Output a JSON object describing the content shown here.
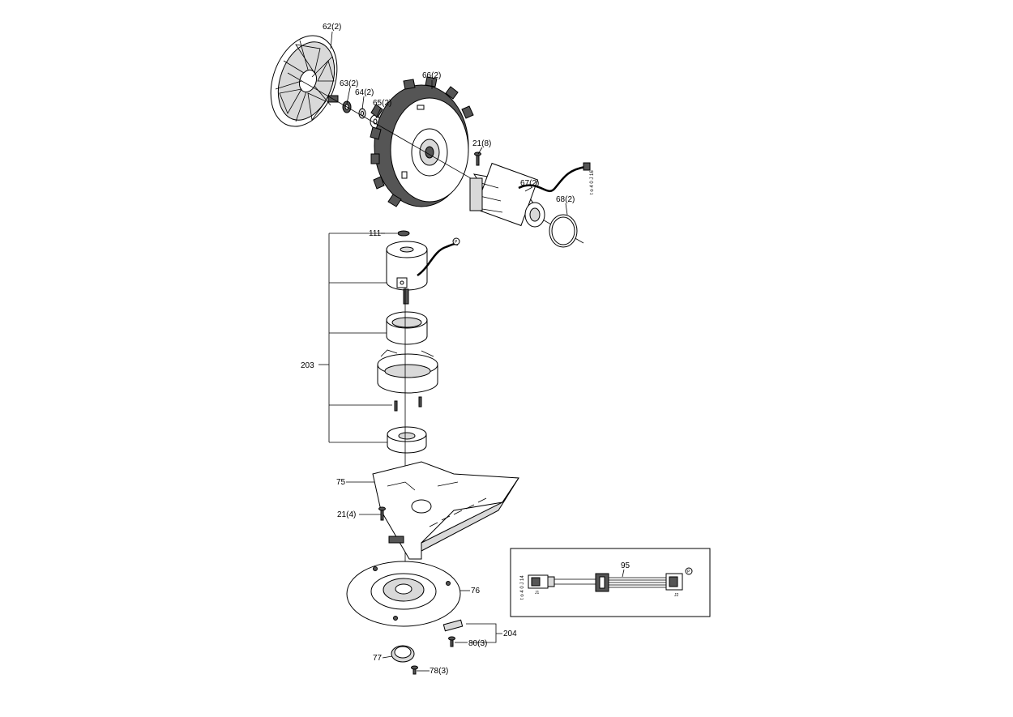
{
  "callouts": {
    "p62": "62(2)",
    "p63": "63(2)",
    "p64": "64(2)",
    "p65": "65(2)",
    "p66": "66(2)",
    "p21a": "21(8)",
    "p67": "67(2)",
    "p68": "68(2)",
    "p111": "111",
    "p203": "203",
    "p75": "75",
    "p21b": "21(4)",
    "p76": "76",
    "p204": "204",
    "p80": "80(3)",
    "p77": "77",
    "p78": "78(3)",
    "p95": "95"
  },
  "codes": {
    "code_top": "t o 4 0 J 16",
    "code_inset": "t o 4 0 J 14",
    "conn_j1": "J1",
    "conn_j2": "J2",
    "ref_p": "P"
  }
}
